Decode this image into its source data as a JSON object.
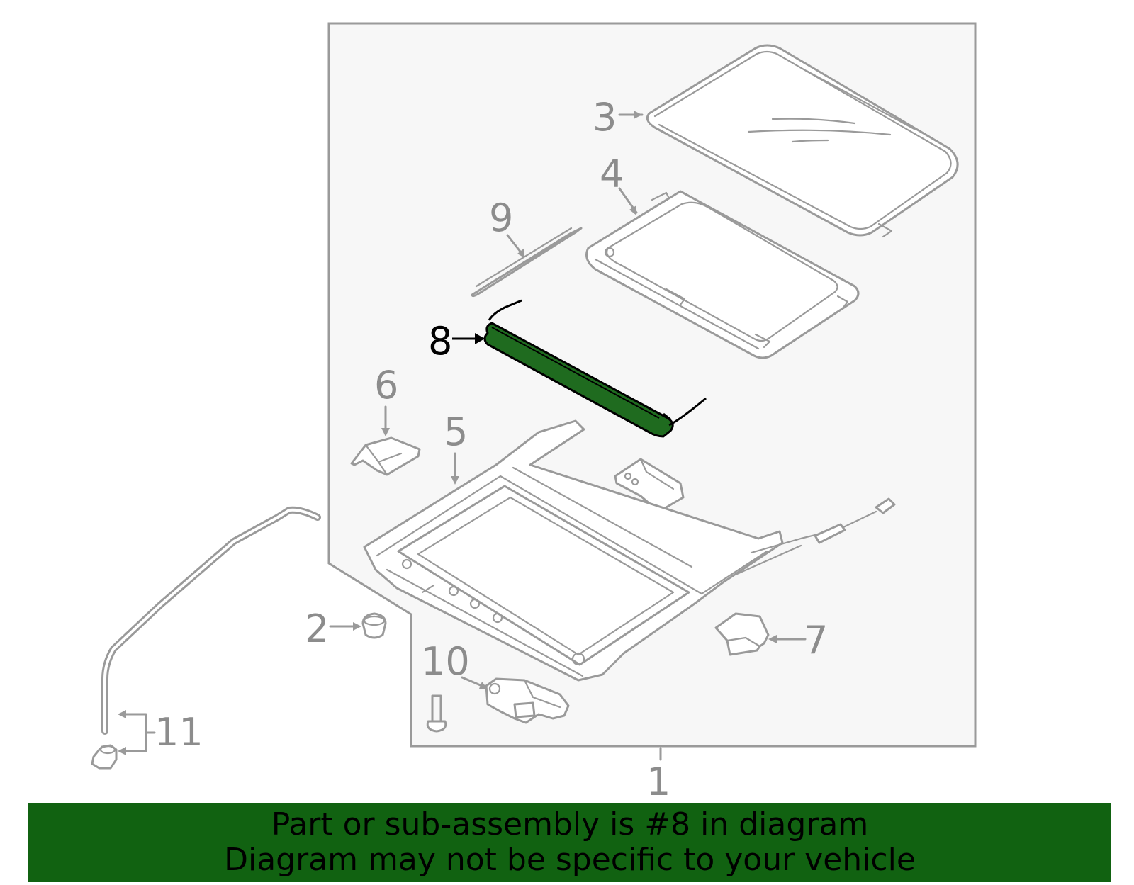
{
  "colors": {
    "highlight": "#1f6b1f",
    "banner": "#116211",
    "line": "#9a9a9a",
    "panel": "#f7f7f7"
  },
  "callouts": {
    "c1": "1",
    "c2": "2",
    "c3": "3",
    "c4": "4",
    "c5": "5",
    "c6": "6",
    "c7": "7",
    "c8": "8",
    "c9": "9",
    "c10": "10",
    "c11": "11"
  },
  "highlighted_part": "8",
  "banner": {
    "line1": "Part or sub-assembly is #8 in diagram",
    "line2": "Diagram may not be specific to your vehicle"
  }
}
